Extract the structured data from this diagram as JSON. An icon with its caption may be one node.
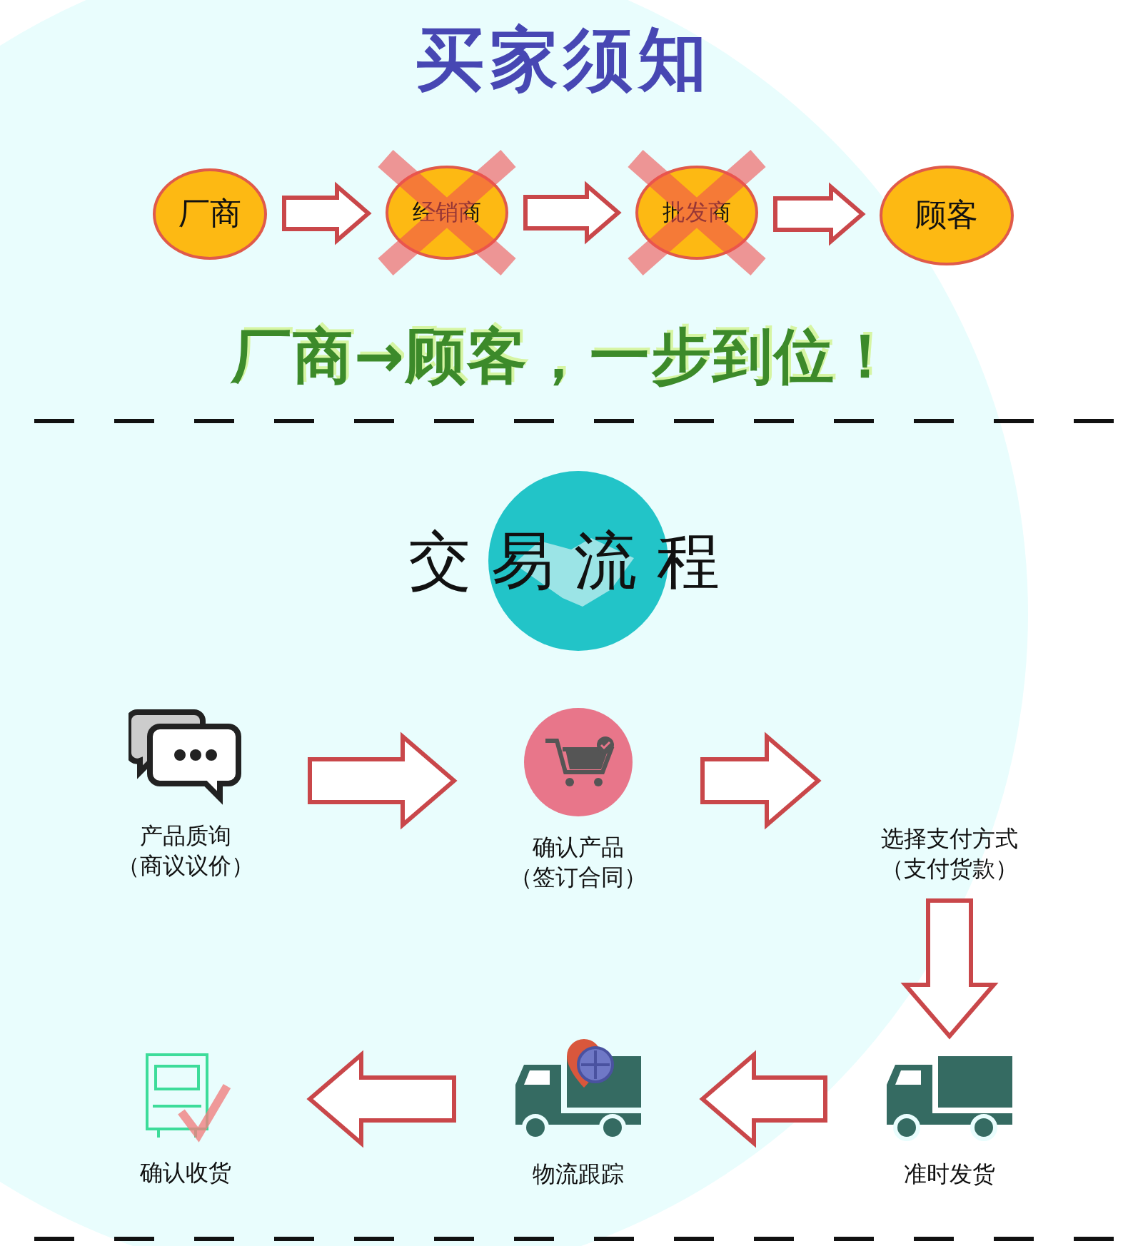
{
  "diagram": {
    "title": "买家须知",
    "nodes": [
      {
        "text": [
          "厂商"
        ]
      },
      {
        "text": [
          "经销商"
        ]
      },
      {
        "text": [
          "批发商"
        ]
      },
      {
        "text": [
          "顾客"
        ]
      },
      {
        "text": [
          "产品质询",
          "（商议议价）"
        ]
      },
      {
        "text": [
          "确认产品",
          "（签订合同）"
        ]
      },
      {
        "text": [
          "选择支付方式",
          "（支付货款）"
        ]
      },
      {
        "text": [
          "准时发货"
        ]
      },
      {
        "text": [
          "物流跟踪"
        ]
      },
      {
        "text": [
          "确认收货"
        ]
      }
    ],
    "edges": [
      {
        "from": 0,
        "to": 1,
        "arrow": "to"
      },
      {
        "from": 1,
        "to": 2,
        "arrow": "to"
      },
      {
        "from": 2,
        "to": 3,
        "arrow": "to"
      },
      {
        "from": 4,
        "to": 5,
        "arrow": "to"
      },
      {
        "from": 5,
        "to": 6,
        "arrow": "to"
      },
      {
        "from": 6,
        "to": 7,
        "arrow": "to"
      },
      {
        "from": 7,
        "to": 8,
        "arrow": "to"
      },
      {
        "from": 8,
        "to": 9,
        "arrow": "to"
      }
    ],
    "labels": [
      "厂商→顾客，一步到位！",
      "交易流程"
    ]
  }
}
